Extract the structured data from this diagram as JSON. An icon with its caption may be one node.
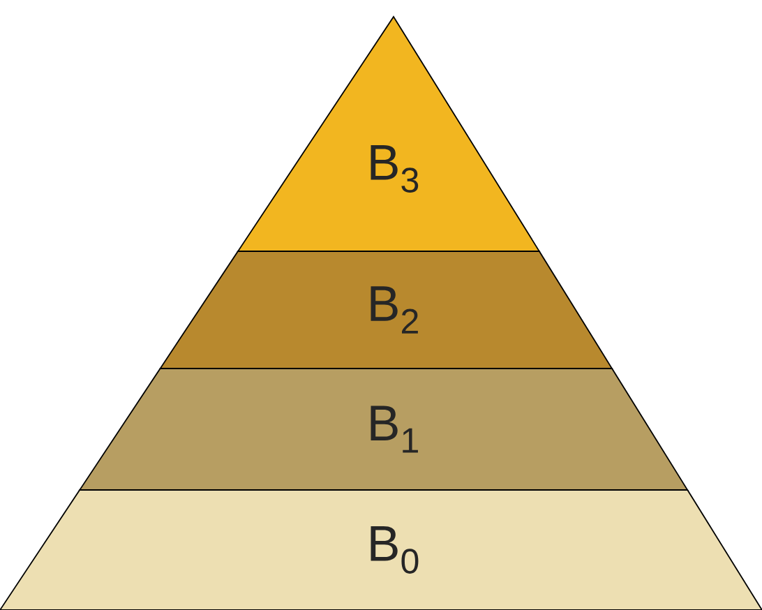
{
  "diagram": {
    "nodes": [
      {
        "text": [
          "B$_{3}$"
        ]
      },
      {
        "text": [
          "B$_{2}$"
        ]
      },
      {
        "text": [
          "B$_{1}$"
        ]
      },
      {
        "text": [
          "B$_{0}$"
        ]
      }
    ]
  }
}
